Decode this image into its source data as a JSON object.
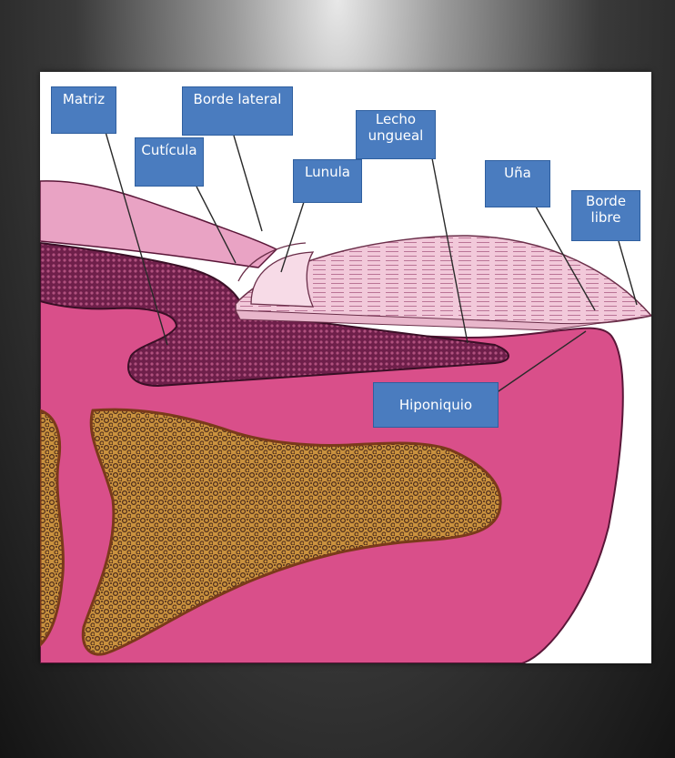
{
  "labels": {
    "matriz": "Matriz",
    "borde_lateral": "Borde lateral",
    "cuticula": "Cutícula",
    "lecho_ungueal": "Lecho ungueal",
    "lunula": "Lunula",
    "una": "Uña",
    "borde_libre": "Borde libre",
    "hiponiquio": "Hiponiquio"
  },
  "colors": {
    "label_fill": "#4a7cbf",
    "skin_pink": "#d94f8a",
    "nail_pink": "#f0c6d8",
    "matrix_maroon": "#6e1f4a",
    "bone_orange": "#e3a24a"
  }
}
